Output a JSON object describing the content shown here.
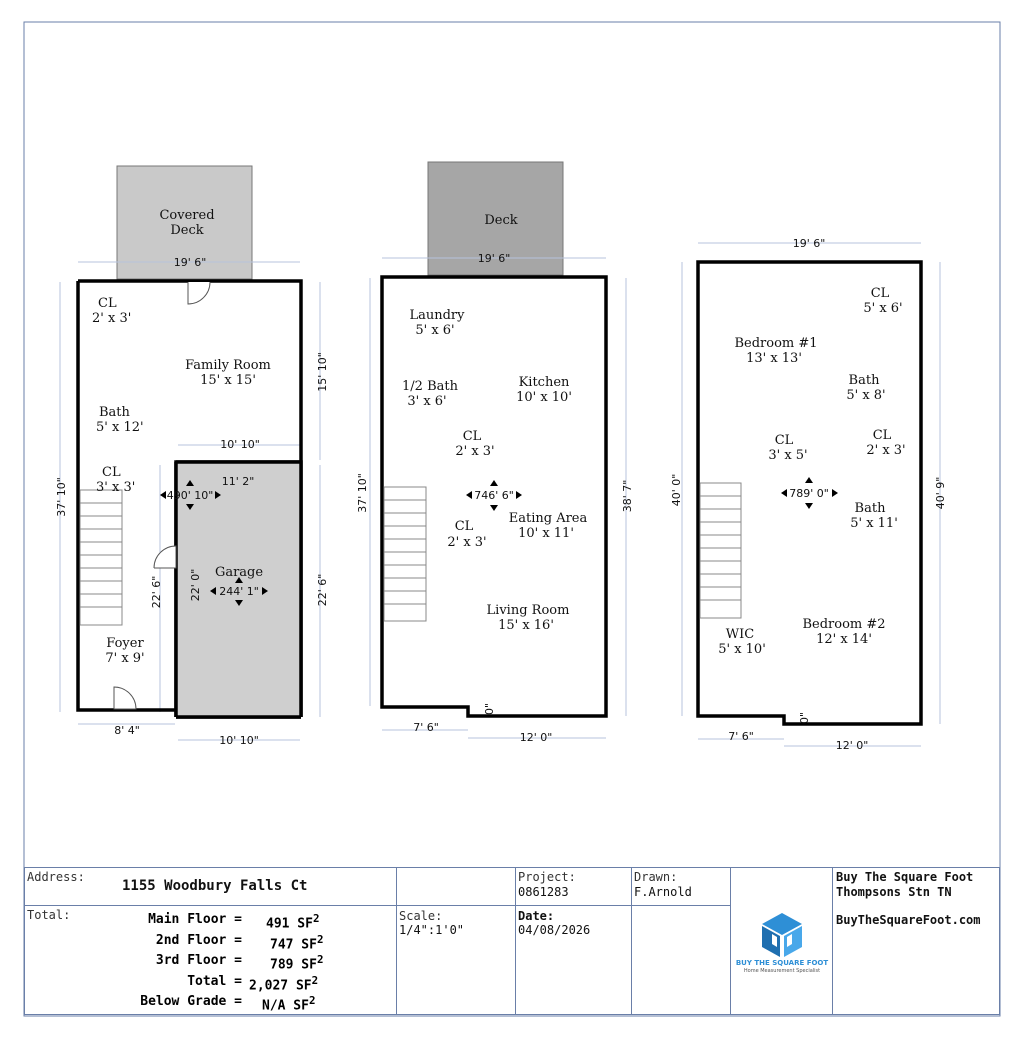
{
  "floors": [
    {
      "name": "main",
      "deck_label": "Covered Deck",
      "top_width": "19' 6\"",
      "right_upper": "15' 10\"",
      "right_lower": "22' 6\"",
      "left_total": "37' 10\"",
      "garage_top": "10' 10\"",
      "garage_inner": "11' 2\"",
      "garage_left": "22' 0\"",
      "foyer_left": "22' 6\"",
      "bottom_left": "8' 4\"",
      "bottom_right": "10' 10\"",
      "area_marker": "490' 10\"",
      "garage_marker": "244' 1\"",
      "rooms": [
        {
          "name": "CL",
          "size": "2' x 3'"
        },
        {
          "name": "Family Room",
          "size": "15' x 15'"
        },
        {
          "name": "Bath",
          "size": "5' x 12'"
        },
        {
          "name": "CL",
          "size": "3' x 3'"
        },
        {
          "name": "Garage",
          "size": ""
        },
        {
          "name": "Foyer",
          "size": "7' x 9'"
        }
      ]
    },
    {
      "name": "second",
      "deck_label": "Deck",
      "top_width": "19' 6\"",
      "left_total": "37' 10\"",
      "right_total": "38' 7\"",
      "bottom_left": "7' 6\"",
      "bottom_right": "12' 0\"",
      "notch": "0\"",
      "area_marker": "746' 6\"",
      "rooms": [
        {
          "name": "Laundry",
          "size": "5' x 6'"
        },
        {
          "name": "1/2 Bath",
          "size": "3' x 6'"
        },
        {
          "name": "Kitchen",
          "size": "10' x 10'"
        },
        {
          "name": "CL",
          "size": "2' x 3'"
        },
        {
          "name": "CL",
          "size": "2' x 3'"
        },
        {
          "name": "Eating Area",
          "size": "10' x 11'"
        },
        {
          "name": "Living Room",
          "size": "15' x 16'"
        }
      ]
    },
    {
      "name": "third",
      "top_width": "19' 6\"",
      "left_total": "40' 0\"",
      "right_total": "40' 9\"",
      "bottom_left": "7' 6\"",
      "bottom_right": "12' 0\"",
      "notch": "0\"",
      "area_marker": "789' 0\"",
      "rooms": [
        {
          "name": "CL",
          "size": "5' x 6'"
        },
        {
          "name": "Bedroom #1",
          "size": "13' x 13'"
        },
        {
          "name": "Bath",
          "size": "5' x 8'"
        },
        {
          "name": "CL",
          "size": "3' x 5'"
        },
        {
          "name": "CL",
          "size": "2' x 3'"
        },
        {
          "name": "Bath",
          "size": "5' x 11'"
        },
        {
          "name": "WIC",
          "size": "5' x 10'"
        },
        {
          "name": "Bedroom #2",
          "size": "12' x 14'"
        }
      ]
    }
  ],
  "title_block": {
    "address_label": "Address:",
    "address": "1155 Woodbury Falls Ct",
    "project_label": "Project:",
    "project": "0861283",
    "drawn_label": "Drawn:",
    "drawn": "F.Arnold",
    "total_label": "Total:",
    "scale_label": "Scale:",
    "scale": "1/4\":1'0\"",
    "date_label": "Date:",
    "date": "04/08/2026",
    "company": "Buy The Square Foot",
    "location": "Thompsons Stn TN",
    "website": "BuyTheSquareFoot.com",
    "logo_text": "BUY THE SQUARE FOOT",
    "logo_tagline": "Home Measurement Specialist",
    "areas": [
      {
        "label": "Main Floor =",
        "value": "491 SF"
      },
      {
        "label": "2nd Floor =",
        "value": "747 SF"
      },
      {
        "label": "3rd Floor =",
        "value": "789 SF"
      },
      {
        "label": "Total =",
        "value": "2,027 SF"
      },
      {
        "label": "Below Grade =",
        "value": "N/A SF"
      }
    ],
    "sup": "2"
  },
  "colors": {
    "wall": "#000000",
    "covered_deck": "#c9c9c9",
    "deck": "#a6a6a6",
    "garage": "#cfcfcf",
    "dim_line": "#b7c3dc",
    "border": "#6a7fa8",
    "logo_blue": "#2e8fd6"
  }
}
